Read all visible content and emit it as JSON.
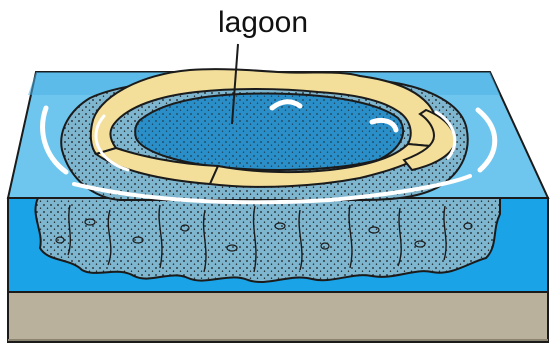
{
  "diagram": {
    "labels": {
      "lagoon": "lagoon"
    },
    "colors": {
      "water_surface": "#6ec6ee",
      "water_side": "#1aa3e6",
      "water_dark": "#2a8fc8",
      "coral": "#7fb6cf",
      "sand": "#f3df9a",
      "seafloor": "#b9b19b",
      "outline": "#1b1b1b",
      "waves": "#ffffff"
    },
    "icons": [
      "atoll-diagram",
      "coral-reef",
      "ocean-block",
      "seafloor-layer",
      "wave-lines"
    ]
  }
}
